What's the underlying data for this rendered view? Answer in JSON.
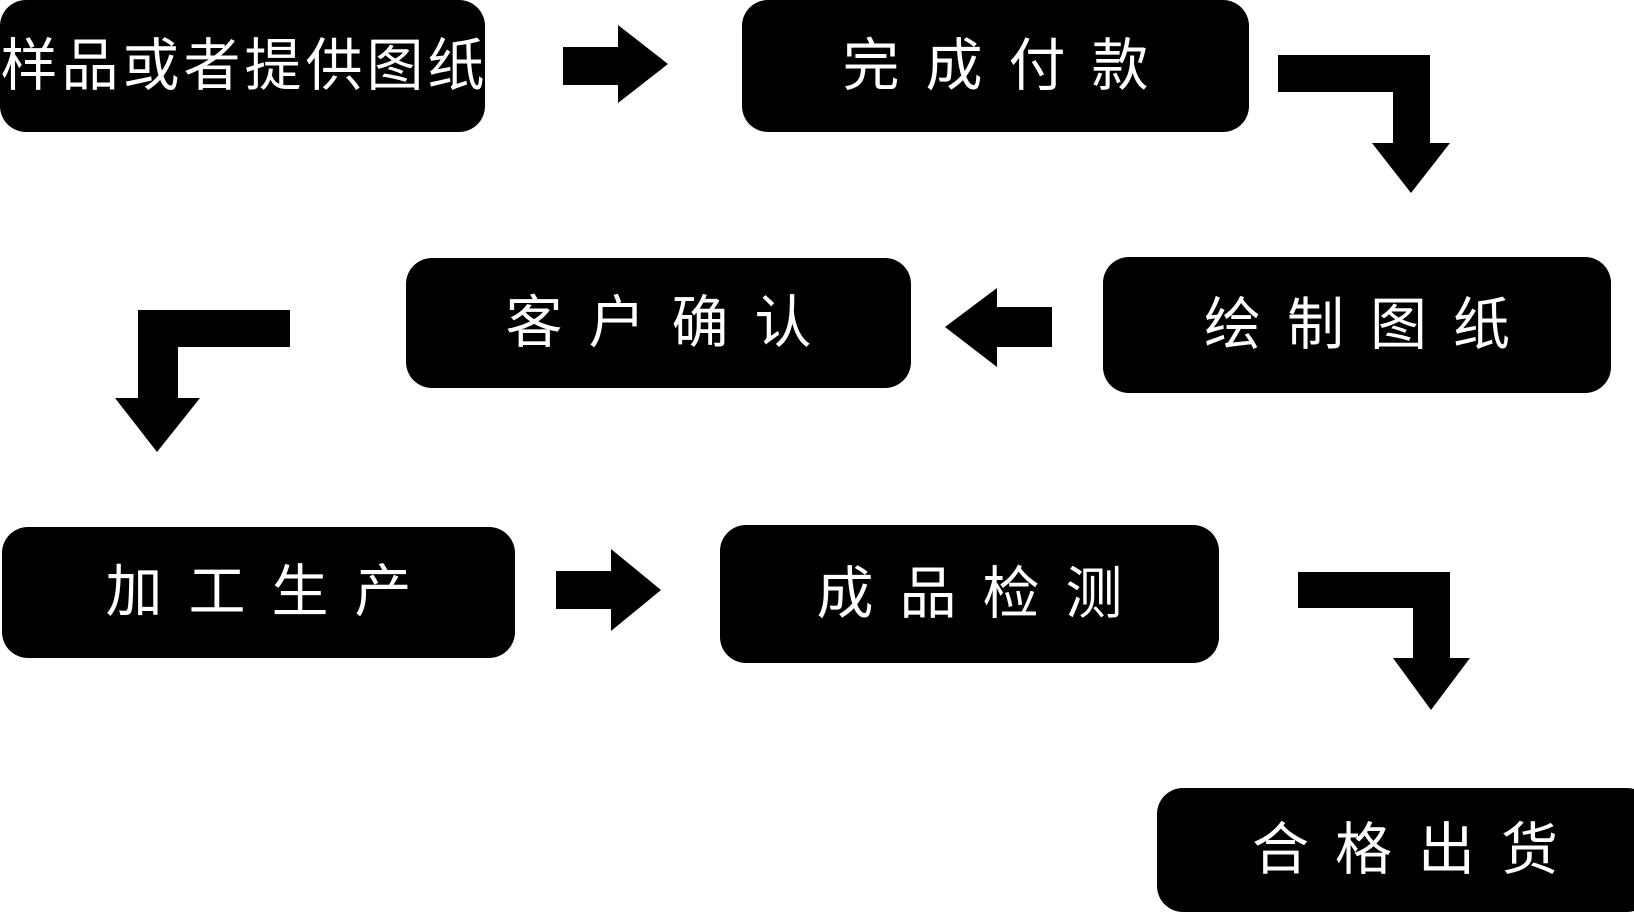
{
  "diagram": {
    "type": "flowchart",
    "background_color": "#ffffff",
    "node_fill_color": "#000000",
    "node_text_color": "#ffffff",
    "arrow_color": "#000000",
    "nodes": [
      {
        "id": "sample",
        "label": "样品或者提供图纸"
      },
      {
        "id": "payment",
        "label": "完成付款"
      },
      {
        "id": "drawing",
        "label": "绘制图纸"
      },
      {
        "id": "confirm",
        "label": "客户确认"
      },
      {
        "id": "production",
        "label": "加工生产"
      },
      {
        "id": "inspection",
        "label": "成品检测"
      },
      {
        "id": "shipment",
        "label": "合格出货"
      }
    ],
    "edges": [
      {
        "from": "sample",
        "to": "payment",
        "arrow_style": "right"
      },
      {
        "from": "payment",
        "to": "drawing",
        "arrow_style": "elbow-right-down"
      },
      {
        "from": "drawing",
        "to": "confirm",
        "arrow_style": "left"
      },
      {
        "from": "confirm",
        "to": "production",
        "arrow_style": "elbow-left-down"
      },
      {
        "from": "production",
        "to": "inspection",
        "arrow_style": "right"
      },
      {
        "from": "inspection",
        "to": "shipment",
        "arrow_style": "elbow-right-down"
      }
    ]
  }
}
